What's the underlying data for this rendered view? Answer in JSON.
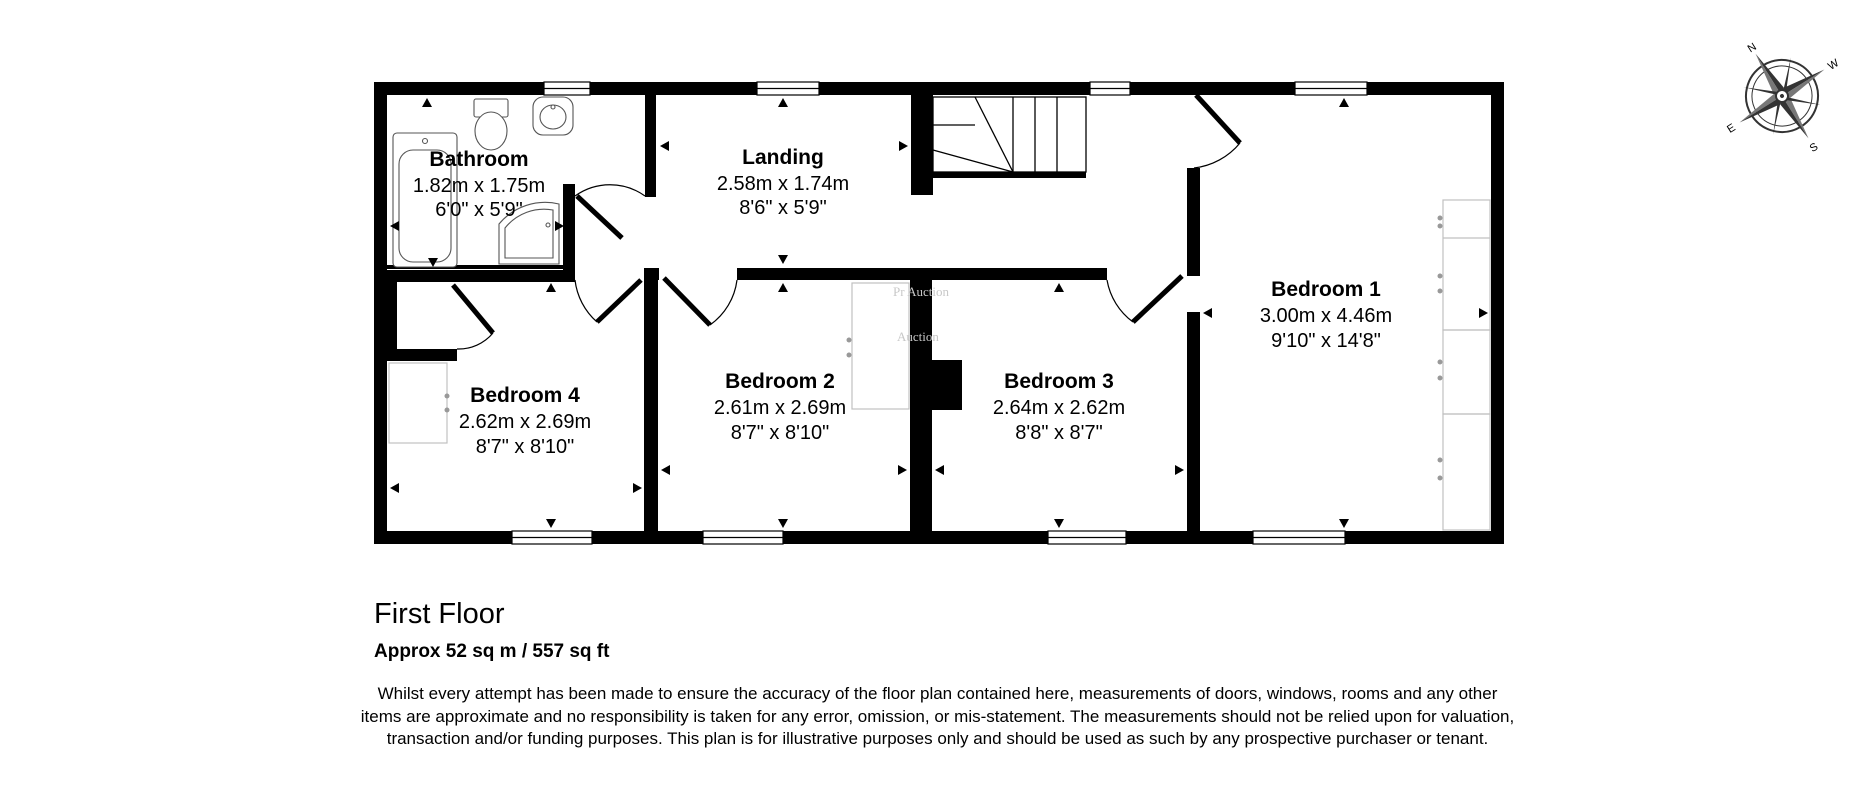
{
  "floor": {
    "title": "First Floor",
    "area": "Approx 52 sq m / 557 sq ft"
  },
  "rooms": {
    "bathroom": {
      "name": "Bathroom",
      "metric": "1.82m x 1.75m",
      "imperial": "6'0\" x 5'9\""
    },
    "landing": {
      "name": "Landing",
      "metric": "2.58m x 1.74m",
      "imperial": "8'6\" x 5'9\""
    },
    "bedroom1": {
      "name": "Bedroom 1",
      "metric": "3.00m x 4.46m",
      "imperial": "9'10\" x 14'8\""
    },
    "bedroom2": {
      "name": "Bedroom 2",
      "metric": "2.61m x 2.69m",
      "imperial": "8'7\" x 8'10\""
    },
    "bedroom3": {
      "name": "Bedroom 3",
      "metric": "2.64m x 2.62m",
      "imperial": "8'8\" x 8'7\""
    },
    "bedroom4": {
      "name": "Bedroom 4",
      "metric": "2.62m x 2.69m",
      "imperial": "8'7\" x 8'10\""
    }
  },
  "watermark": {
    "line1": "Pr   Auction",
    "line2": "   Auction"
  },
  "compass": {
    "n": "N",
    "s": "S",
    "e": "E",
    "w": "W"
  },
  "disclaimer": "Whilst every attempt has been made to ensure the accuracy of the floor plan contained here, measurements of doors, windows, rooms and any other items are approximate and no responsibility is taken for any error, omission, or mis-statement. The measurements should not be relied upon for valuation, transaction and/or funding purposes. This plan is for illustrative purposes only and should be used as such by any prospective purchaser or tenant."
}
